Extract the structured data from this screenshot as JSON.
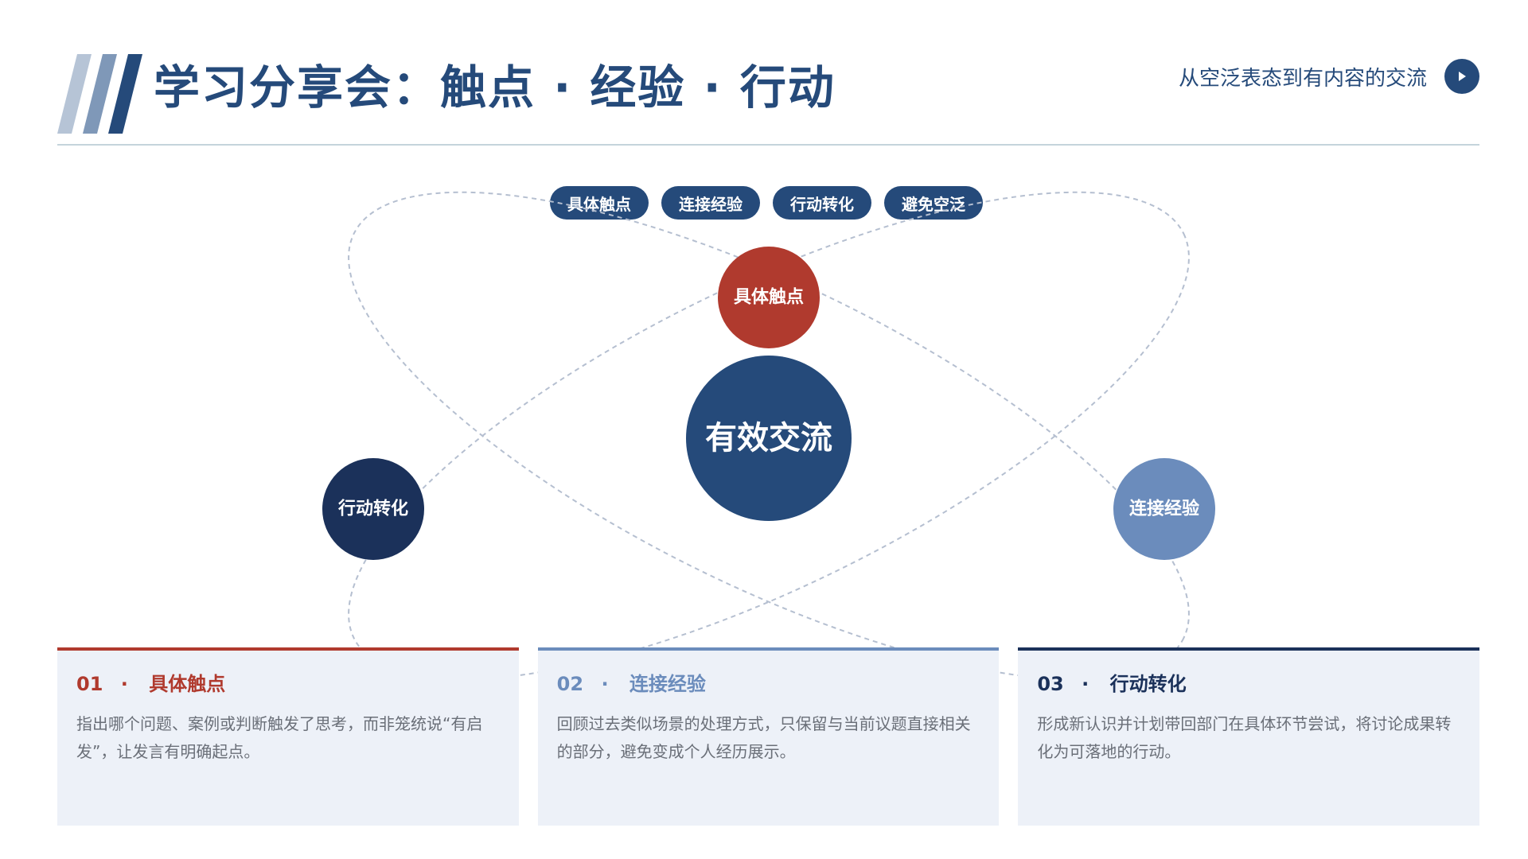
{
  "header": {
    "title": "学习分享会：触点 · 经验 · 行动",
    "subtitle": "从空泛表态到有内容的交流"
  },
  "colors": {
    "primary": "#254a7a",
    "red": "#b03a2e",
    "light_blue": "#6b8cbc",
    "dark_navy": "#1b315a",
    "card_bg": "#edf1f8",
    "body_text": "#6a6f78"
  },
  "tags": [
    {
      "label": "具体触点"
    },
    {
      "label": "连接经验"
    },
    {
      "label": "行动转化"
    },
    {
      "label": "避免空泛"
    }
  ],
  "diagram": {
    "center": {
      "label": "有效交流"
    },
    "top": {
      "label": "具体触点"
    },
    "left": {
      "label": "行动转化"
    },
    "right": {
      "label": "连接经验"
    }
  },
  "cards": [
    {
      "num": "01",
      "dot": "·",
      "title": "具体触点",
      "text": "指出哪个问题、案例或判断触发了思考，而非笼统说“有启发”，让发言有明确起点。"
    },
    {
      "num": "02",
      "dot": "·",
      "title": "连接经验",
      "text": "回顾过去类似场景的处理方式，只保留与当前议题直接相关的部分，避免变成个人经历展示。"
    },
    {
      "num": "03",
      "dot": "·",
      "title": "行动转化",
      "text": "形成新认识并计划带回部门在具体环节尝试，将讨论成果转化为可落地的行动。"
    }
  ]
}
